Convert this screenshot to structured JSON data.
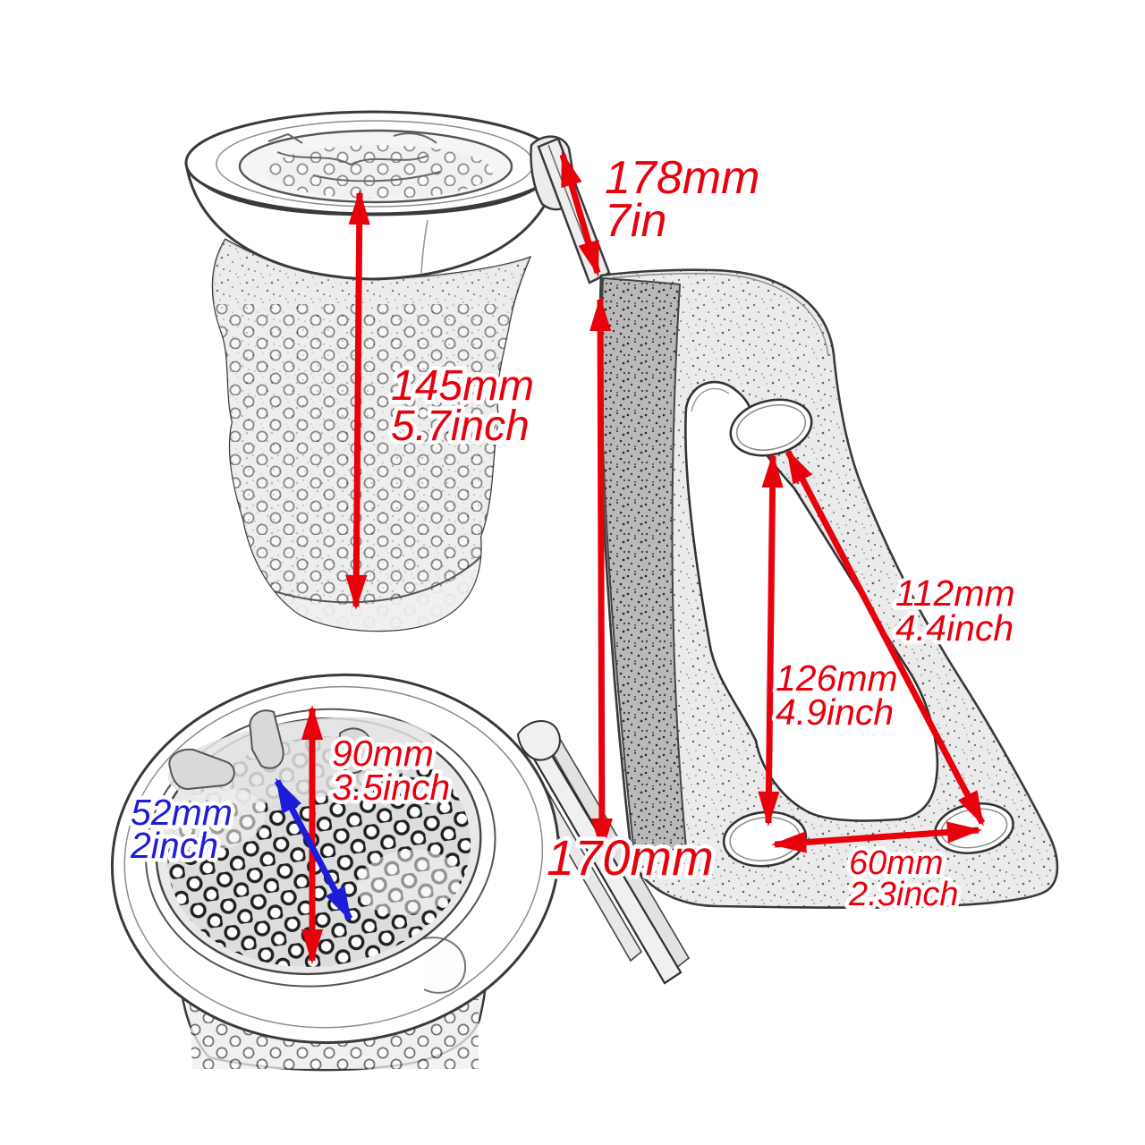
{
  "figure": {
    "type": "product-dimension-diagram",
    "background": "#ffffff"
  },
  "colors": {
    "dimension_red": "#e8000d",
    "dimension_blue": "#1c1cdb",
    "sketch_line": "#3a3a3a"
  },
  "dimensions": {
    "arm_length": {
      "mm": "178mm",
      "inch": "7in"
    },
    "cup_height": {
      "mm": "145mm",
      "inch": "5.7inch"
    },
    "hole_diagonal": {
      "mm": "112mm",
      "inch": "4.4inch"
    },
    "hole_vertical": {
      "mm": "126mm",
      "inch": "4.9inch"
    },
    "bracket_height": {
      "mm": "170mm"
    },
    "bottom_hole_spacing": {
      "mm": "60mm",
      "inch": "2.3inch"
    },
    "cup_opening": {
      "mm": "90mm",
      "inch": "3.5inch"
    },
    "cup_inner": {
      "mm": "52mm",
      "inch": "2inch"
    }
  }
}
